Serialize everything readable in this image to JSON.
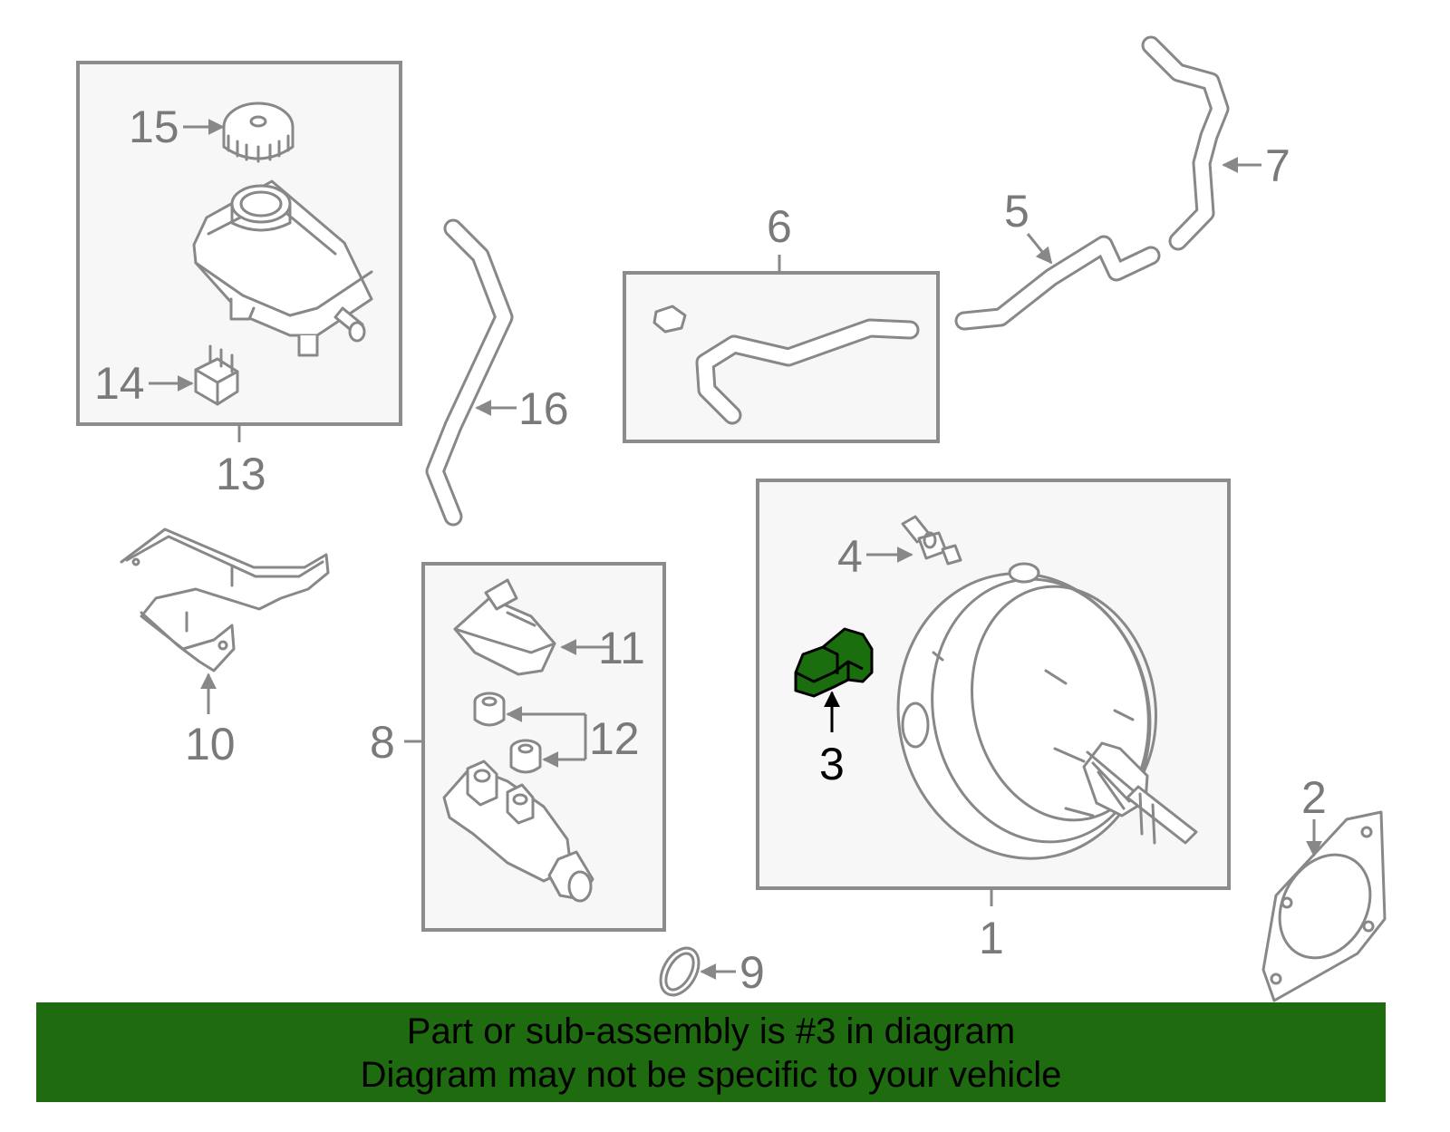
{
  "diagram": {
    "highlighted_part": "3",
    "highlight_color": "#1f6b10",
    "callouts": [
      "1",
      "2",
      "3",
      "4",
      "5",
      "6",
      "7",
      "8",
      "9",
      "10",
      "11",
      "12",
      "13",
      "14",
      "15",
      "16"
    ]
  },
  "banner": {
    "line1": "Part or sub-assembly is #3 in diagram",
    "line2": "Diagram may not be specific to your vehicle",
    "background": "#1f6b10"
  }
}
